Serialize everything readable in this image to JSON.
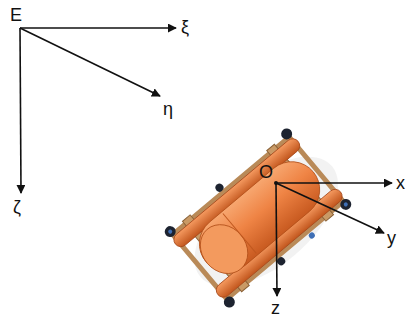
{
  "diagram": {
    "labels": [
      "E",
      "ξ",
      "η",
      "ζ",
      "O",
      "x",
      "y",
      "z"
    ]
  }
}
